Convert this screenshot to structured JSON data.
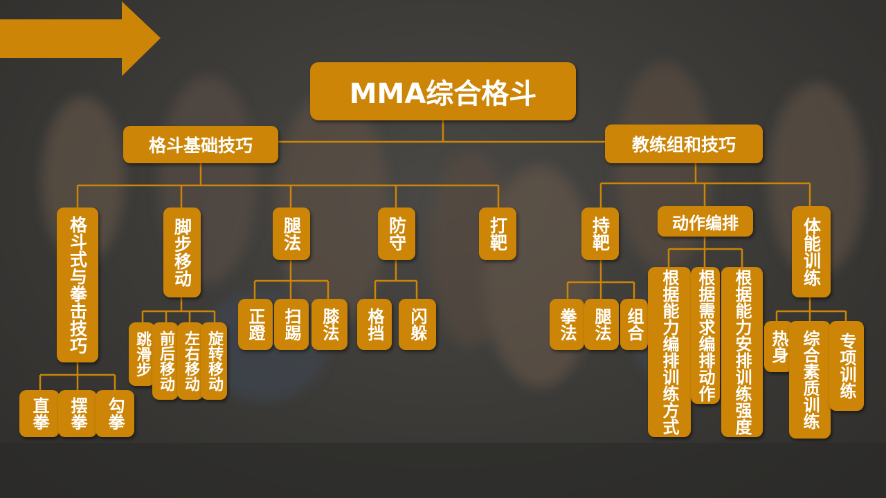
{
  "colors": {
    "accent": "#cc8506",
    "background": "#3a3936",
    "text": "#ffffff"
  },
  "header_arrow_icon": "right-arrow",
  "root": {
    "label": "MMA综合格斗"
  },
  "left_branch": {
    "label": "格斗基础技巧",
    "children": [
      {
        "label": "格斗式与拳击技巧",
        "children": [
          "直拳",
          "摆拳",
          "勾拳"
        ]
      },
      {
        "label": "脚步移动",
        "children": [
          "跳滑步",
          "前后移动",
          "左右移动",
          "旋转移动"
        ]
      },
      {
        "label": "腿法",
        "children": [
          "正蹬",
          "扫踢",
          "膝法"
        ]
      },
      {
        "label": "防守",
        "children": [
          "格挡",
          "闪躲"
        ]
      },
      {
        "label": "打靶",
        "children": []
      }
    ]
  },
  "right_branch": {
    "label": "教练组和技巧",
    "children": [
      {
        "label": "持靶",
        "children": [
          "拳法",
          "腿法",
          "组合"
        ]
      },
      {
        "label": "动作编排",
        "children": [
          "根据能力编排训练方式",
          "根据需求编排动作",
          "根据能力安排训练强度"
        ]
      },
      {
        "label": "体能训练",
        "children": [
          "热身",
          "综合素质训练",
          "专项训练"
        ]
      }
    ]
  }
}
